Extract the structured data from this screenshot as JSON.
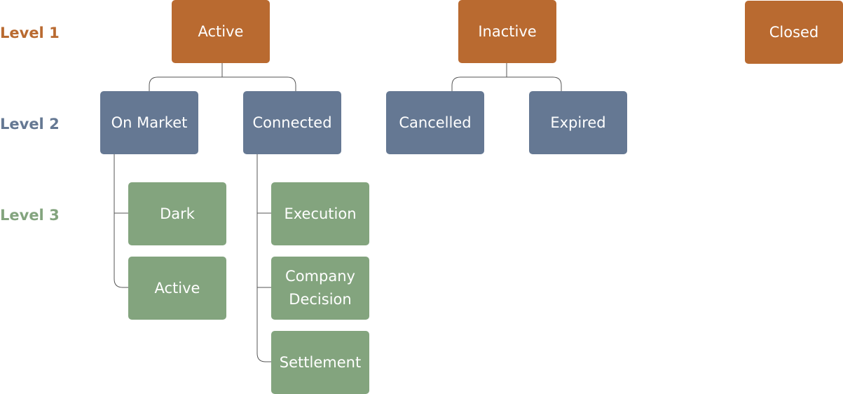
{
  "colors": {
    "level1": "#b96a30",
    "level2": "#657893",
    "level3": "#83a47e",
    "connector": "#555555"
  },
  "levels": {
    "level1": "Level 1",
    "level2": "Level 2",
    "level3": "Level 3"
  },
  "nodes": {
    "active_l1": "Active",
    "inactive": "Inactive",
    "closed": "Closed",
    "on_market": "On Market",
    "connected": "Connected",
    "cancelled": "Cancelled",
    "expired": "Expired",
    "dark": "Dark",
    "active_l3": "Active",
    "execution": "Execution",
    "company_decision": "Company Decision",
    "settlement": "Settlement"
  }
}
